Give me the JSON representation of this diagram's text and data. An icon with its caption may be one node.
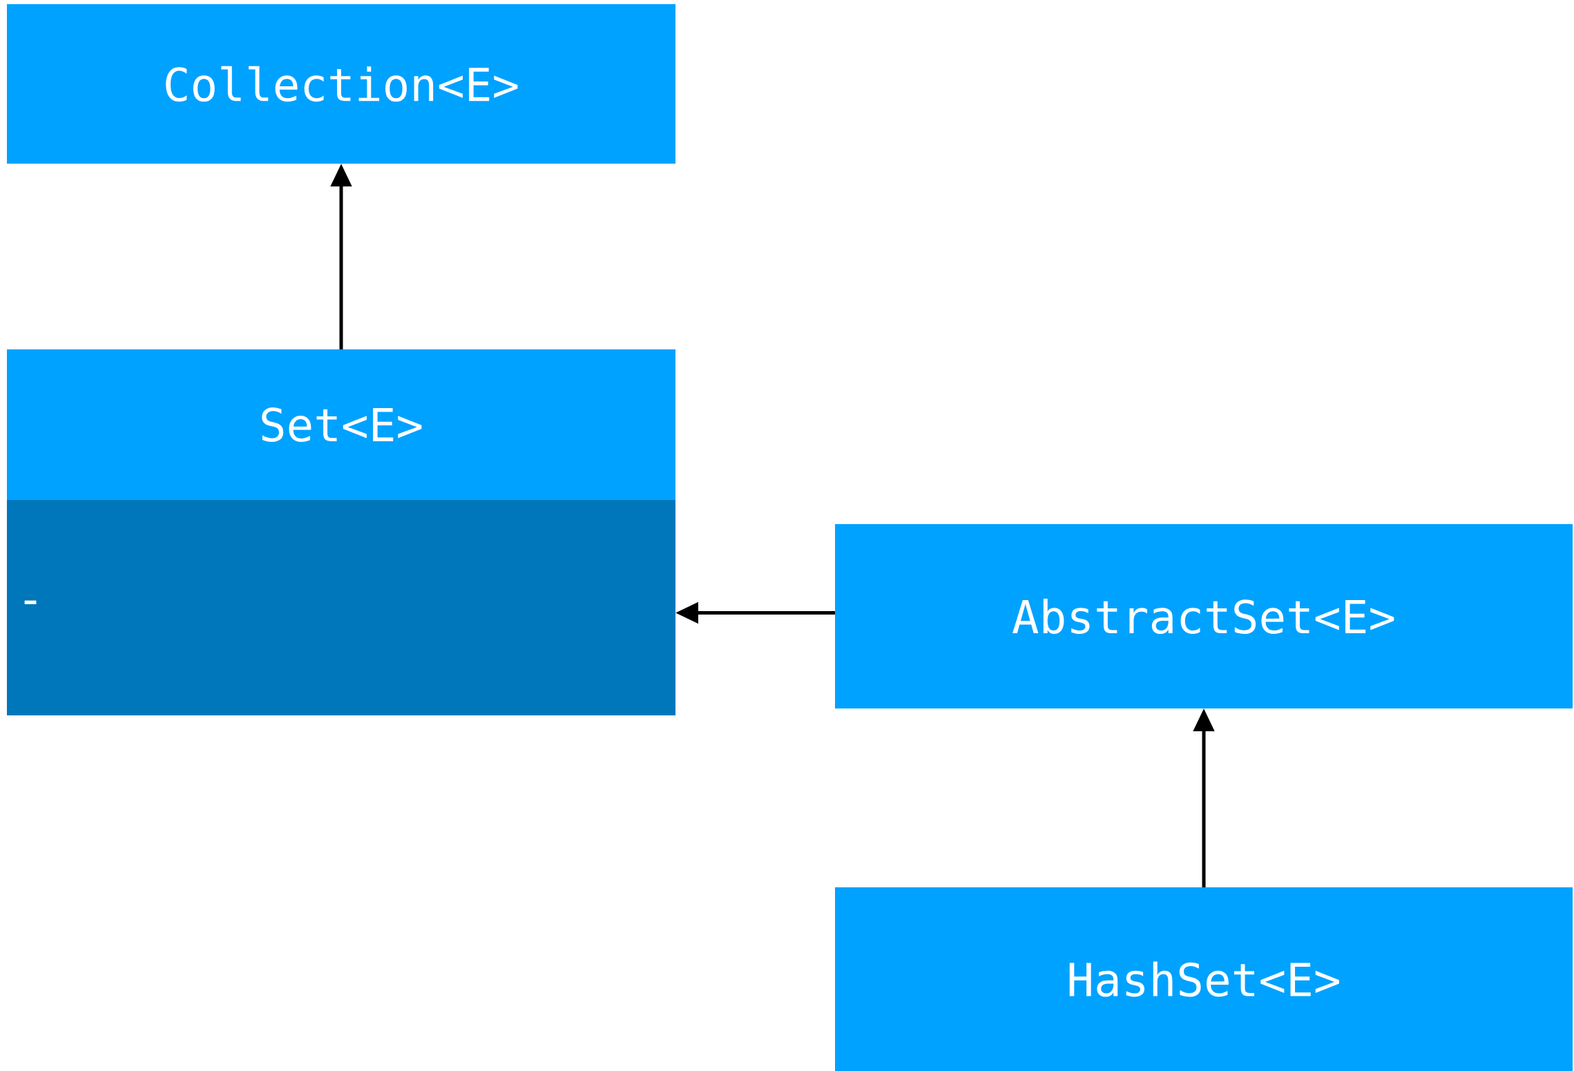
{
  "diagram": {
    "nodes": [
      {
        "text": [
          "Collection<E>"
        ]
      },
      {
        "text": [
          "Set<E>",
          "-"
        ]
      },
      {
        "text": [
          "AbstractSet<E>"
        ]
      },
      {
        "text": [
          "HashSet<E>"
        ]
      }
    ],
    "edges": [
      {
        "from": 1,
        "to": 0,
        "arrow": "to"
      },
      {
        "from": 2,
        "to": 1,
        "arrow": "to"
      },
      {
        "from": 3,
        "to": 2,
        "arrow": "to"
      }
    ]
  }
}
